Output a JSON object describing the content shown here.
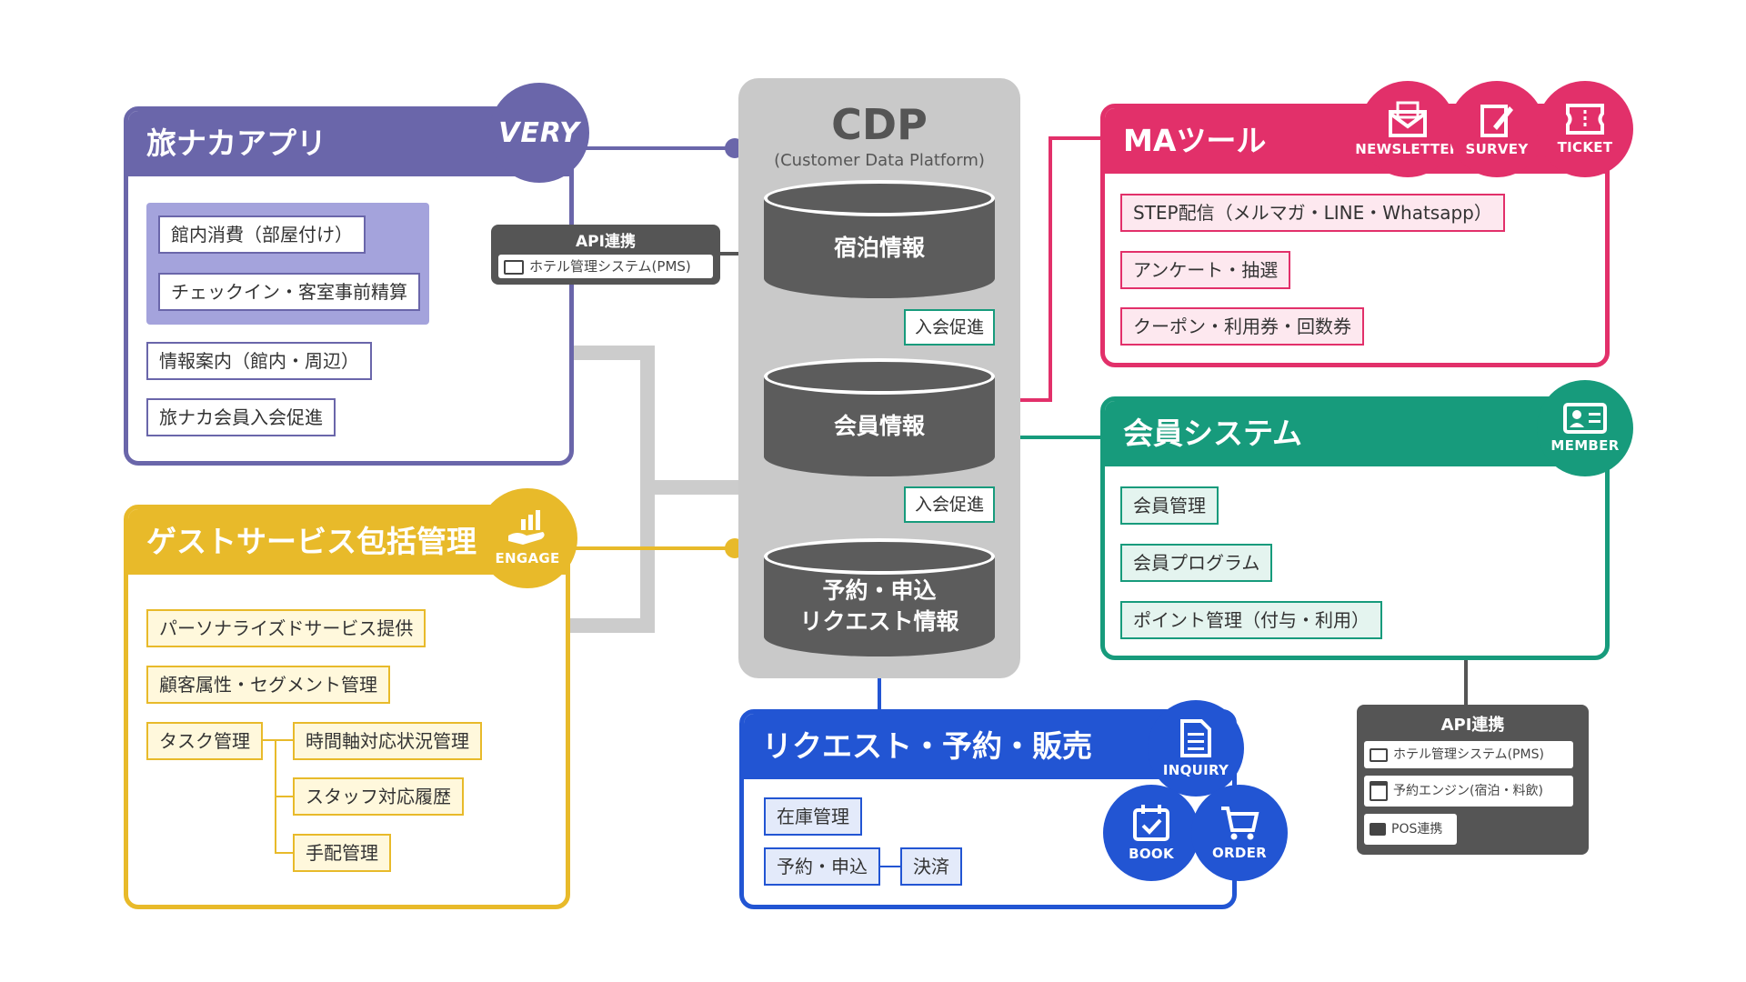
{
  "colors": {
    "purple": "#6a66aa",
    "purple_light": "#a4a3dc",
    "gold": "#e8ba2a",
    "magenta": "#e2306a",
    "green": "#179b7c",
    "blue": "#2255d3",
    "cdp_gray": "#c9c9c9",
    "dark": "#555555"
  },
  "cdp": {
    "title": "CDP",
    "subtitle": "(Customer Data Platform)",
    "db_lodging": "宿泊情報",
    "db_member": "会員情報",
    "db_request_line1": "予約・申込",
    "db_request_line2": "リクエスト情報",
    "promo_top": "入会促進",
    "promo_bottom": "入会促進"
  },
  "app": {
    "title": "旅ナカアプリ",
    "logo_text": "VERY",
    "items": [
      "館内消費（部屋付け）",
      "チェックイン・客室事前精算",
      "情報案内（館内・周辺）",
      "旅ナカ会員入会促進"
    ]
  },
  "api_mid": {
    "title": "API連携",
    "system": "ホテル管理システム(PMS)",
    "icon": "pms-icon"
  },
  "guest": {
    "title": "ゲストサービス包括管理",
    "badge_label": "ENGAGE",
    "items": [
      "パーソナライズドサービス提供",
      "顧客属性・セグメント管理",
      "タスク管理",
      "時間軸対応状況管理",
      "スタッフ対応履歴",
      "手配管理"
    ]
  },
  "ma": {
    "title": "MAツール",
    "badges": [
      "NEWSLETTER",
      "SURVEY",
      "TICKET"
    ],
    "items": [
      "STEP配信（メルマガ・LINE・Whatsapp）",
      "アンケート・抽選",
      "クーポン・利用券・回数券"
    ]
  },
  "member": {
    "title": "会員システム",
    "badge_label": "MEMBER",
    "items": [
      "会員管理",
      "会員プログラム",
      "ポイント管理（付与・利用）"
    ]
  },
  "request": {
    "title": "リクエスト・予約・販売",
    "badges": [
      "INQUIRY",
      "BOOK",
      "ORDER"
    ],
    "items": [
      "在庫管理",
      "予約・申込",
      "決済"
    ]
  },
  "api_right": {
    "title": "API連携",
    "items": [
      "ホテル管理システム(PMS)",
      "予約エンジン(宿泊・料飲)",
      "POS連携"
    ]
  }
}
